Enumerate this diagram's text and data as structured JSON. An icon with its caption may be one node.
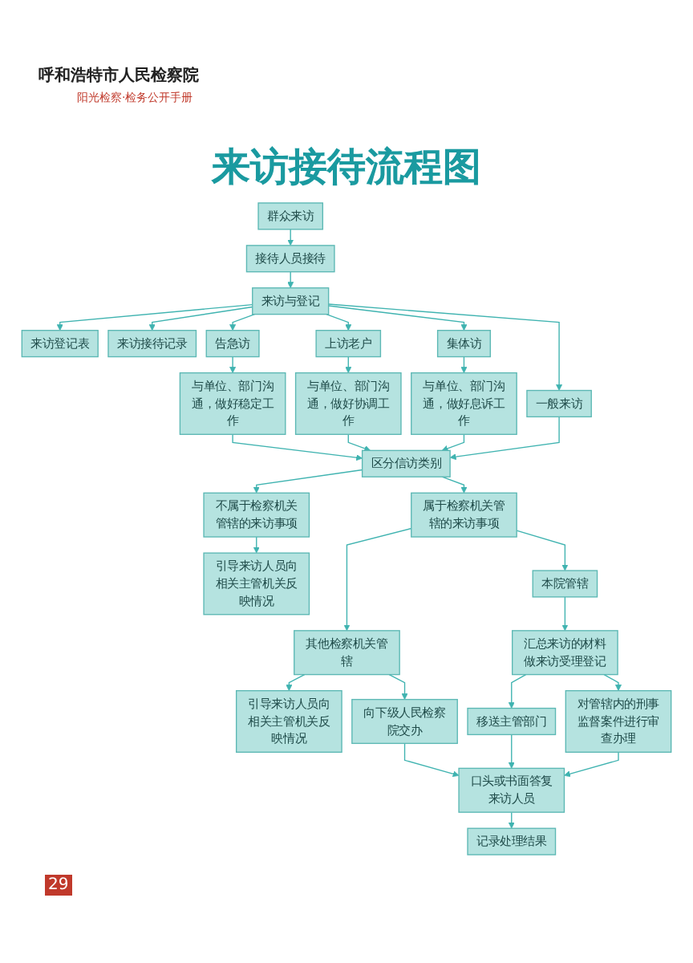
{
  "diagram": {
    "title": "来访接待流程图",
    "nodes": [
      {
        "text": [
          "群众来访"
        ]
      },
      {
        "text": [
          "接待人员接待"
        ]
      },
      {
        "text": [
          "来访与登记"
        ]
      },
      {
        "text": [
          "来访登记表"
        ]
      },
      {
        "text": [
          "来访接待记录"
        ]
      },
      {
        "text": [
          "告急访"
        ]
      },
      {
        "text": [
          "上访老户"
        ]
      },
      {
        "text": [
          "集体访"
        ]
      },
      {
        "text": [
          "一般来访"
        ]
      },
      {
        "text": [
          "与单位、部门沟通，做好稳定工作"
        ]
      },
      {
        "text": [
          "与单位、部门沟通，做好协调工作"
        ]
      },
      {
        "text": [
          "与单位、部门沟通，做好息诉工作"
        ]
      },
      {
        "text": [
          "区分信访类别"
        ]
      },
      {
        "text": [
          "属于检察机关管辖的来访事项"
        ]
      },
      {
        "text": [
          "不属于检察机关管辖的来访事项"
        ]
      },
      {
        "text": [
          "引导来访人员向相关主管机关反映情况"
        ]
      },
      {
        "text": [
          "其他检察机关管辖"
        ]
      },
      {
        "text": [
          "本院管辖"
        ]
      },
      {
        "text": [
          "汇总来访的材料做来访受理登记"
        ]
      },
      {
        "text": [
          "引导来访人员向相关主管机关反映情况"
        ]
      },
      {
        "text": [
          "向下级人民检察院交办"
        ]
      },
      {
        "text": [
          "移送主管部门"
        ]
      },
      {
        "text": [
          "对管辖内的刑事监督案件进行审查办理"
        ]
      },
      {
        "text": [
          "口头或书面答复来访人员"
        ]
      },
      {
        "text": [
          "记录处理结果"
        ]
      }
    ],
    "edges": [
      {
        "from": 0,
        "to": 1,
        "arrow": "to"
      },
      {
        "from": 1,
        "to": 2,
        "arrow": "to"
      },
      {
        "from": 2,
        "to": 3,
        "arrow": "to"
      },
      {
        "from": 2,
        "to": 4,
        "arrow": "to"
      },
      {
        "from": 2,
        "to": 5,
        "arrow": "to"
      },
      {
        "from": 2,
        "to": 6,
        "arrow": "to"
      },
      {
        "from": 2,
        "to": 7,
        "arrow": "to"
      },
      {
        "from": 2,
        "to": 8,
        "arrow": "to"
      },
      {
        "from": 5,
        "to": 9,
        "arrow": "to"
      },
      {
        "from": 6,
        "to": 10,
        "arrow": "to"
      },
      {
        "from": 7,
        "to": 11,
        "arrow": "to"
      },
      {
        "from": 9,
        "to": 12,
        "arrow": "to"
      },
      {
        "from": 10,
        "to": 12,
        "arrow": "to"
      },
      {
        "from": 11,
        "to": 12,
        "arrow": "to"
      },
      {
        "from": 8,
        "to": 12,
        "arrow": "to"
      },
      {
        "from": 12,
        "to": 13,
        "arrow": "to"
      },
      {
        "from": 12,
        "to": 14,
        "arrow": "to"
      },
      {
        "from": 14,
        "to": 15,
        "arrow": "to"
      },
      {
        "from": 13,
        "to": 16,
        "arrow": "to"
      },
      {
        "from": 13,
        "to": 17,
        "arrow": "to"
      },
      {
        "from": 17,
        "to": 18,
        "arrow": "to"
      },
      {
        "from": 16,
        "to": 19,
        "arrow": "to"
      },
      {
        "from": 16,
        "to": 20,
        "arrow": "to"
      },
      {
        "from": 18,
        "to": 21,
        "arrow": "to"
      },
      {
        "from": 18,
        "to": 22,
        "arrow": "to"
      },
      {
        "from": 20,
        "to": 23,
        "arrow": "to"
      },
      {
        "from": 21,
        "to": 23,
        "arrow": "to"
      },
      {
        "from": 22,
        "to": 23,
        "arrow": "to"
      },
      {
        "from": 23,
        "to": 24,
        "arrow": "to"
      }
    ],
    "labels": [
      "呼和浩特市人民检察院",
      "阳光检察·检务公开手册",
      "29"
    ]
  }
}
